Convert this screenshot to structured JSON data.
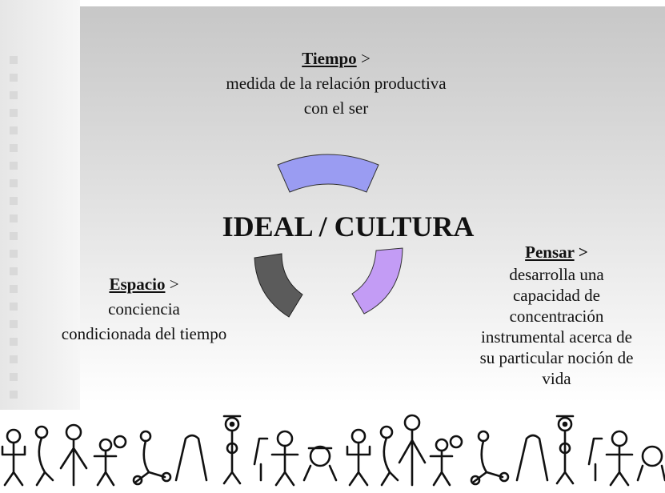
{
  "center_title": "IDEAL / CULTURA",
  "tiempo": {
    "heading": "Tiempo",
    "suffix": " >",
    "line1": "medida de la relación productiva",
    "line2": "con el ser"
  },
  "espacio": {
    "heading": "Espacio",
    "suffix": " >",
    "line1": "conciencia",
    "line2": "condicionada del tiempo"
  },
  "pensar": {
    "heading": "Pensar",
    "suffix": " >",
    "line1": "desarrolla una",
    "line2": "capacidad de",
    "line3": "concentración",
    "line4": "instrumental acerca de",
    "line5": "su particular noción de",
    "line6": "vida"
  },
  "colors": {
    "arc_top": "#9a9cf2",
    "arc_left": "#5b5b5b",
    "arc_right": "#c39cf5",
    "left_stripe": "#d8d8d8"
  }
}
